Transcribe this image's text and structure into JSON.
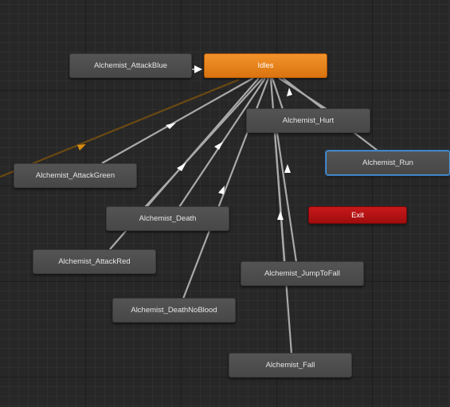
{
  "colors": {
    "transition": "#a9a9a9",
    "entry_transition": "#6b4a12",
    "entry_arrow": "#d88c10",
    "default_state": "#e8821c",
    "exit_state": "#b61315",
    "selected_outline": "#4c9be8"
  },
  "states": {
    "attack_blue": "Alchemist_AttackBlue",
    "idles": "Idles",
    "hurt": "Alchemist_Hurt",
    "run": "Alchemist_Run",
    "attack_green": "Alchemist_AttackGreen",
    "death": "Alchemist_Death",
    "exit": "Exit",
    "attack_red": "Alchemist_AttackRed",
    "jump_to_fall": "Alchemist_JumpToFall",
    "death_no_blood": "Alchemist_DeathNoBlood",
    "fall": "Alchemist_Fall"
  },
  "transitions": [
    {
      "from": "Alchemist_AttackBlue",
      "to": "Idles"
    },
    {
      "from": "Alchemist_AttackGreen",
      "to": "Idles"
    },
    {
      "from": "Alchemist_Death",
      "to": "Idles"
    },
    {
      "from": "Alchemist_AttackRed",
      "to": "Idles"
    },
    {
      "from": "Alchemist_DeathNoBlood",
      "to": "Idles"
    },
    {
      "from": "Alchemist_Hurt",
      "to": "Idles"
    },
    {
      "from": "Alchemist_Run",
      "to": "Idles"
    },
    {
      "from": "Alchemist_JumpToFall",
      "to": "Idles"
    },
    {
      "from": "Alchemist_Fall",
      "to": "Idles"
    }
  ]
}
